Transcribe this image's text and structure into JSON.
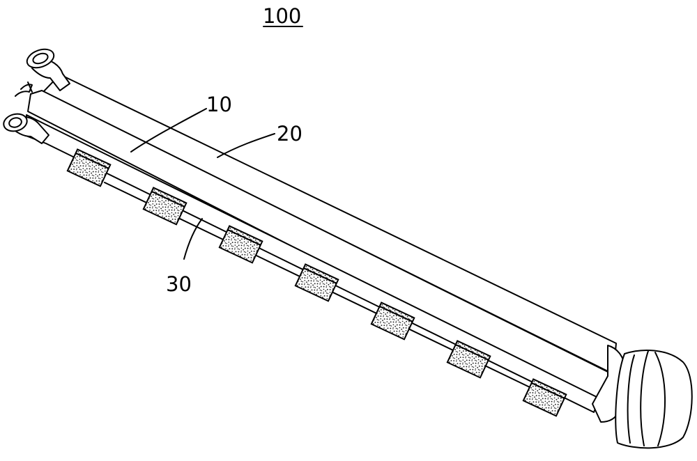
{
  "figure": {
    "title": "100",
    "labels": {
      "tube_upper": "10",
      "tube_top": "20",
      "pad_rail": "30"
    },
    "pad_count": 7
  }
}
